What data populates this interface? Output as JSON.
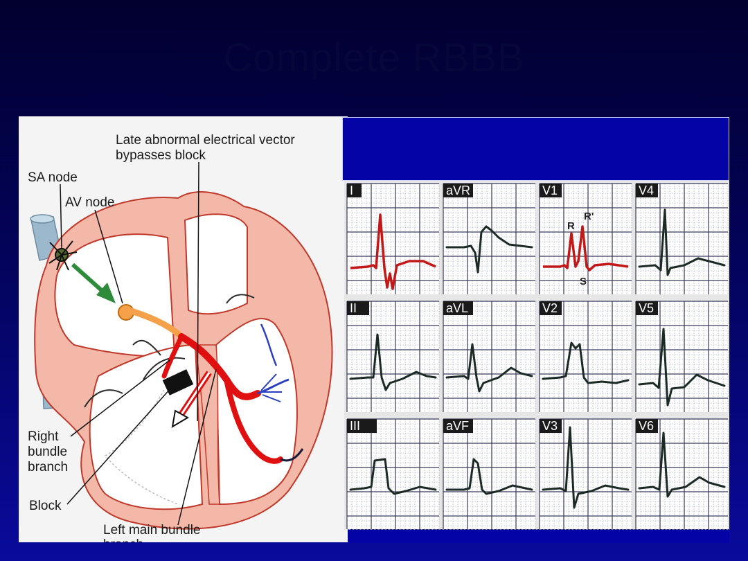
{
  "slide": {
    "title": "Complete RBBB"
  },
  "diagram": {
    "labels": {
      "vector": "Late abnormal electrical vector bypasses block",
      "vector_line1": "Late abnormal electrical vector",
      "vector_line2": "bypasses block",
      "sa_node": "SA node",
      "av_node": "AV node",
      "right_bundle_1": "Right",
      "right_bundle_2": "bundle",
      "right_bundle_3": "branch",
      "block": "Block",
      "left_main_1": "Left main bundle",
      "left_main_2": "branch"
    },
    "colors": {
      "heart_wall": "#f3b8a8",
      "heart_outline": "#c0392b",
      "conduction_red": "#e01010",
      "av_node": "#f5a14a",
      "arrow_green": "#2e8b3a",
      "vessel": "#8fb0c8",
      "purkinje_blue": "#2a3fbf"
    }
  },
  "ecg": {
    "leads": [
      "I",
      "aVR",
      "V1",
      "V4",
      "II",
      "aVL",
      "V2",
      "V5",
      "III",
      "aVF",
      "V3",
      "V6"
    ],
    "v1_wave_labels": {
      "r": "R",
      "r_prime": "R'",
      "s": "S"
    },
    "highlight_color": "#c21818"
  }
}
